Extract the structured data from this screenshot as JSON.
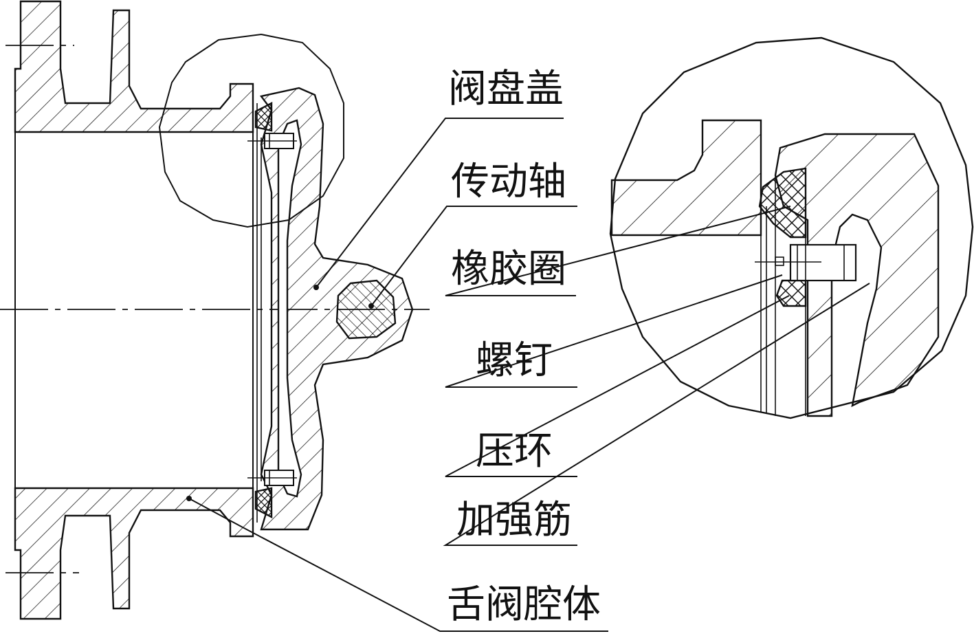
{
  "labels": {
    "disc_cover": "阀盘盖",
    "drive_shaft": "传动轴",
    "rubber_ring": "橡胶圈",
    "screw": "螺钉",
    "press_ring": "压环",
    "stiffener": "加强筋",
    "valve_body": "舌阀腔体"
  },
  "colors": {
    "line": "#111111",
    "background": "#ffffff"
  }
}
